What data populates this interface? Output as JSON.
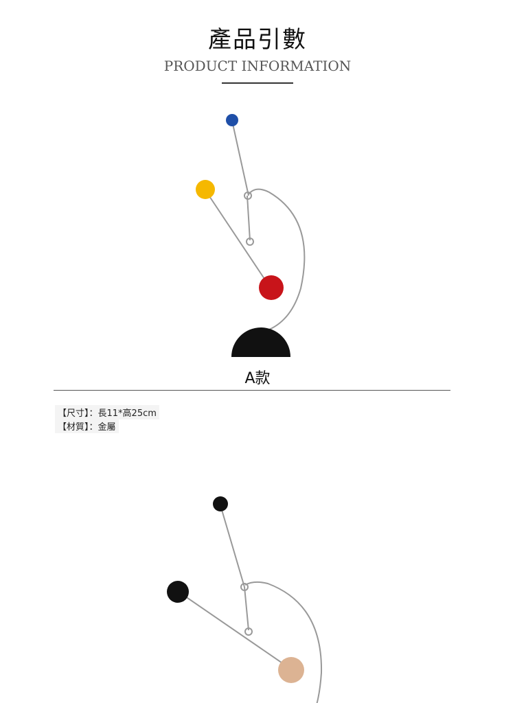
{
  "header": {
    "title": "產品引數",
    "subtitle": "PRODUCT INFORMATION"
  },
  "product_a": {
    "caption": "A款",
    "colors": {
      "blue": "#1f4fa8",
      "yellow": "#f5b800",
      "red": "#c8141a",
      "base": "#111111"
    }
  },
  "specs": [
    {
      "text": "【尺寸】：長11*高25cm"
    },
    {
      "text": "【材質】：金屬"
    }
  ],
  "product_b": {
    "colors": {
      "black": "#111111",
      "wood": "#dcb393"
    }
  }
}
